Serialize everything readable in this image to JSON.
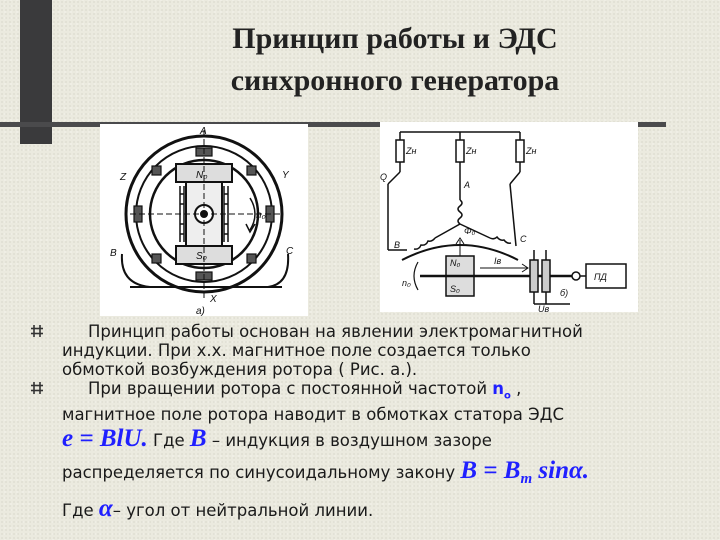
{
  "title": {
    "line1": "Принцип работы и ЭДС",
    "line2": "синхронного генератора"
  },
  "figure_a": {
    "caption": "а)",
    "labels": {
      "A": "A",
      "X": "X",
      "Z": "Z",
      "Y": "Y",
      "B": "B",
      "C": "C",
      "N0": "N₀",
      "S0": "S₀",
      "n0": "n₀"
    }
  },
  "figure_b": {
    "caption": "б)",
    "labels": {
      "Zn1": "Zн",
      "Zn2": "Zн",
      "Zn3": "Zн",
      "A": "A",
      "B": "B",
      "C": "C",
      "Q": "Q",
      "N0": "N₀",
      "S0": "S₀",
      "n0": "n₀",
      "Phi0": "Φ₀",
      "Is": "Iв",
      "PD": "ПД",
      "Uv": "Uв"
    }
  },
  "body": {
    "p1_line1": "Принцип работы основан на явлении электромагнитной",
    "p1_line2": "индукции. При х.х. магнитное поле создается только",
    "p1_line3": "обмоткой возбуждения ротора ( Рис. а.).",
    "p2_line1_pre": "При вращении ротора с постоянной частотой ",
    "p2_n0": "n",
    "p2_n0_sub": "o",
    "p2_line1_post": " ,",
    "p2_line2": "магнитное поле ротора наводит в обмотках статора ЭДС",
    "formula1": "e = BlU.",
    "p2_line3_mid": "  Где ",
    "formula_B": "B",
    "p2_line3_post": " – индукция в воздушном зазоре",
    "p2_line4": "распределяется по синусоидальному закону ",
    "formula2_pre": "B = B",
    "formula2_sub": "m",
    "formula2_post": " sinα.",
    "p2_line5_pre": "Где ",
    "formula_alpha": "α",
    "p2_line5_post": "– угол от нейтральной линии."
  }
}
